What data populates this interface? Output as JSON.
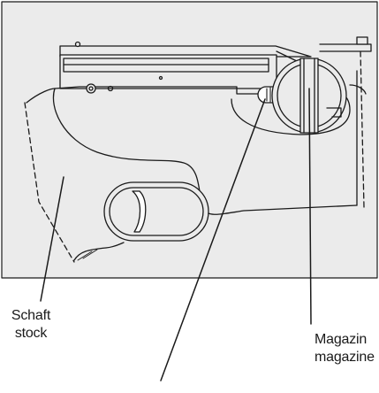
{
  "callouts": {
    "stock": {
      "primary": "Schaft",
      "secondary": "stock"
    },
    "magazine": {
      "primary": "Magazin",
      "secondary": "magazine"
    }
  },
  "colors": {
    "panel_fill": "#ebebeb",
    "line": "#1a1a1a",
    "background": "#ffffff"
  }
}
